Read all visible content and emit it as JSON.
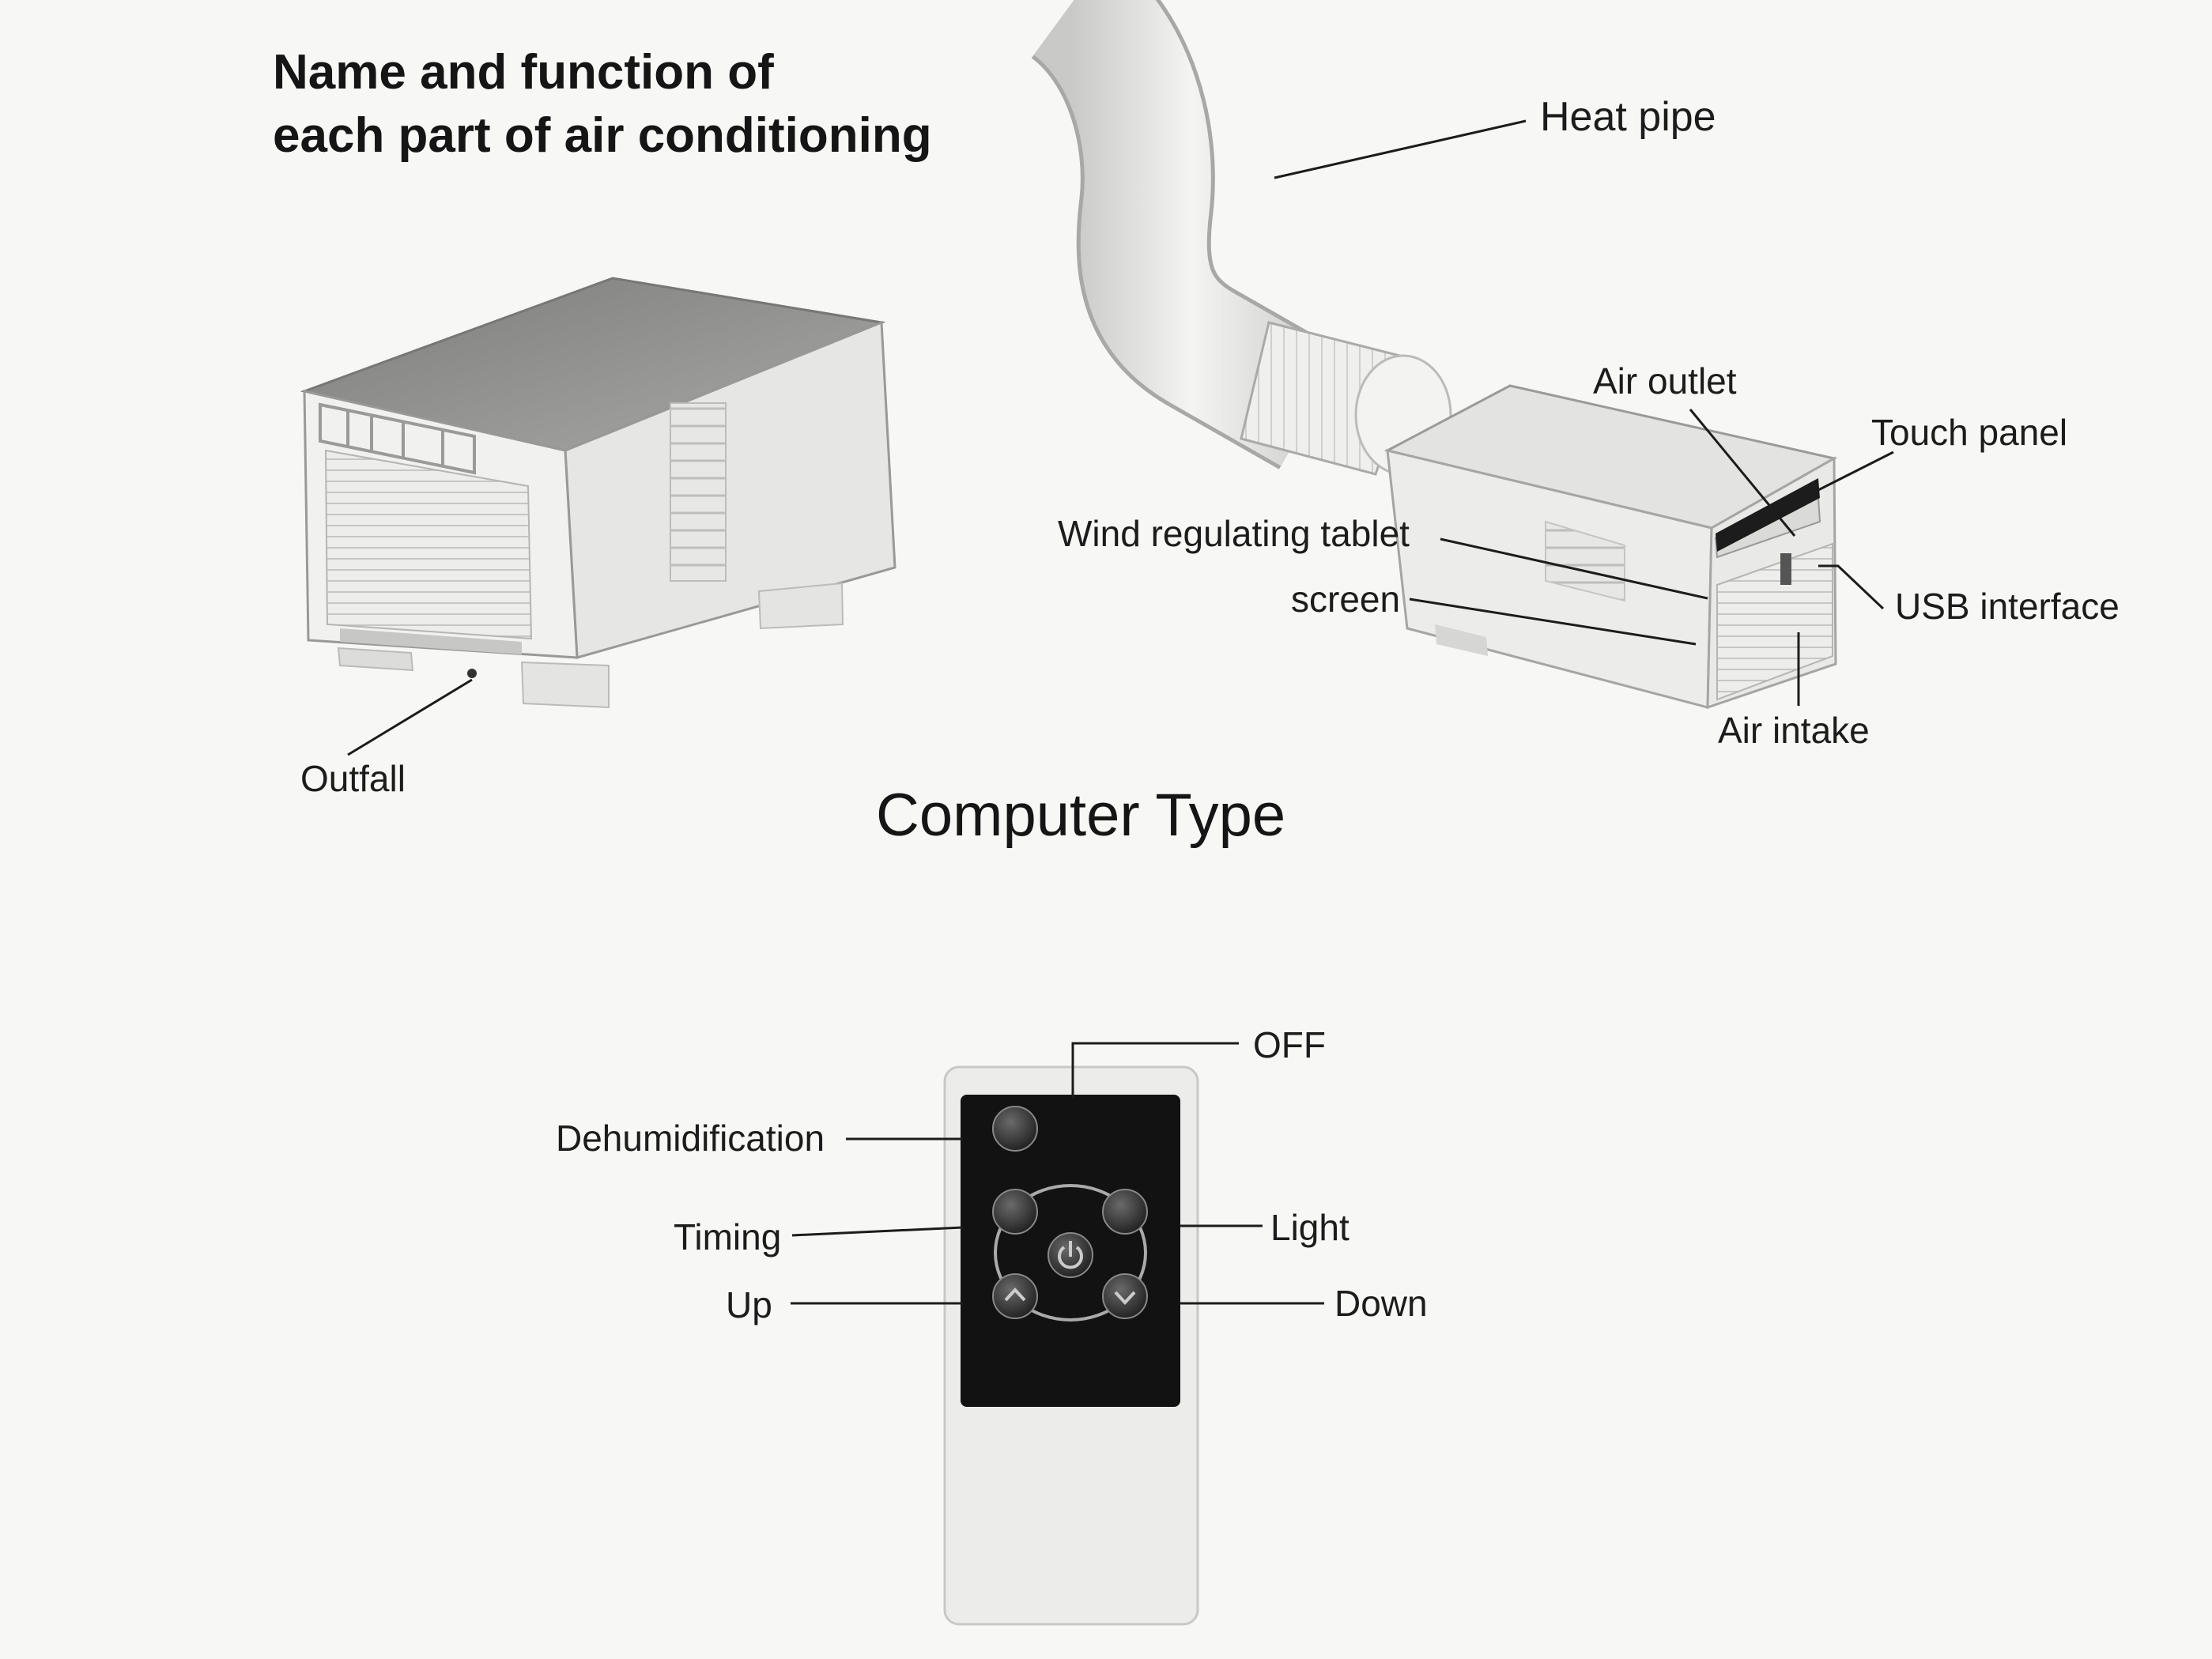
{
  "heading": {
    "line1": "Name and function of",
    "line2": "each part of air conditioning"
  },
  "section_title": "Computer Type",
  "labels": {
    "heat_pipe": "Heat pipe",
    "air_outlet": "Air outlet",
    "touch_panel": "Touch panel",
    "wind_tablet": "Wind regulating tablet",
    "screen": "screen",
    "usb": "USB interface",
    "air_intake": "Air intake",
    "outfall": "Outfall"
  },
  "remote_labels": {
    "off": "OFF",
    "dehumidification": "Dehumidification",
    "timing": "Timing",
    "light": "Light",
    "up": "Up",
    "down": "Down"
  },
  "colors": {
    "background": "#f7f7f5",
    "remote_panel": "#121212",
    "unit_body": "#e9e9e7"
  }
}
